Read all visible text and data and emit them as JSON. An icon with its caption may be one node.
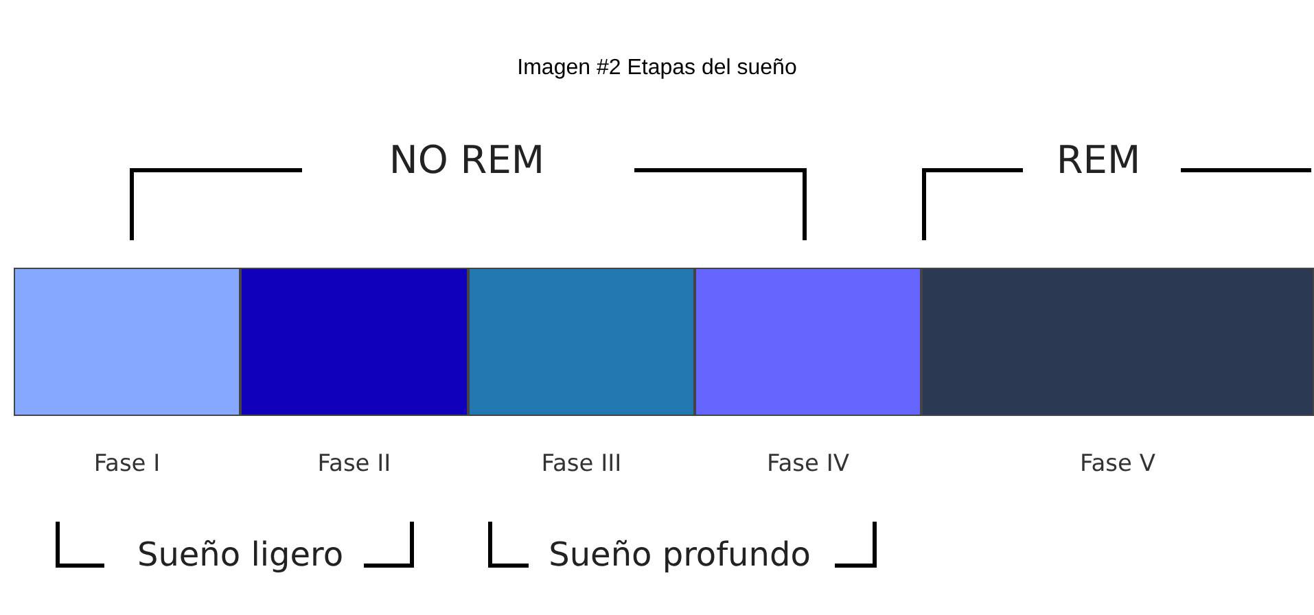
{
  "diagram": {
    "title": "Imagen #2 Etapas del sueño",
    "nodes": [
      {
        "text": [],
        "shape": "box",
        "beside": [
          "Fase I"
        ]
      },
      {
        "text": [],
        "shape": "box",
        "beside": [
          "Fase II"
        ]
      },
      {
        "text": [],
        "shape": "box",
        "beside": [
          "Fase III"
        ]
      },
      {
        "text": [],
        "shape": "box",
        "beside": [
          "Fase IV"
        ]
      },
      {
        "text": [],
        "shape": "box",
        "beside": [
          "Fase V"
        ]
      }
    ],
    "edges": [],
    "labels": [
      "NO REM",
      "REM",
      "Sueño ligero",
      "Sueño profundo"
    ]
  }
}
